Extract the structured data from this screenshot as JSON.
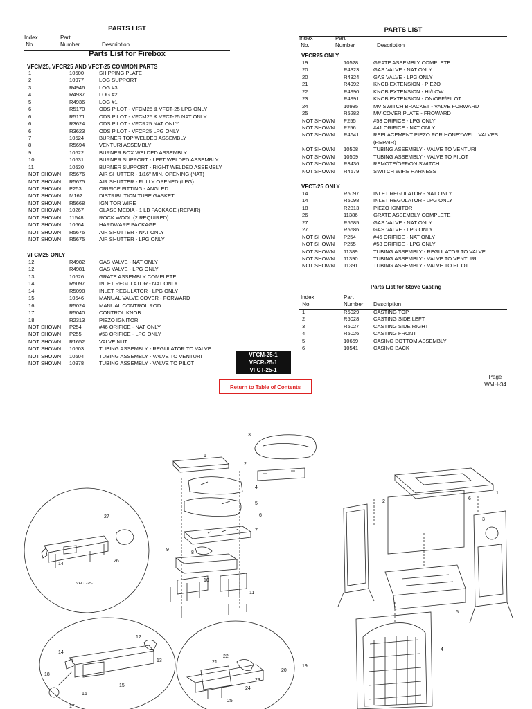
{
  "left": {
    "header": {
      "parts_list": "PARTS LIST",
      "index": "Index",
      "no": "No.",
      "part": "Part",
      "number": "Number",
      "description": "Description"
    },
    "title": "Parts List for Firebox",
    "common_section": "VFCM25, VFCR25 AND VFCT-25 COMMON PARTS",
    "common_rows": [
      [
        "1",
        "10500",
        "SHIPPING PLATE"
      ],
      [
        "2",
        "10977",
        "LOG SUPPORT"
      ],
      [
        "3",
        "R4946",
        "LOG #3"
      ],
      [
        "4",
        "R4937",
        "LOG #2"
      ],
      [
        "5",
        "R4936",
        "LOG #1"
      ],
      [
        "6",
        "R5170",
        "ODS PILOT - VFCM25 & VFCT-25 LPG ONLY"
      ],
      [
        "6",
        "R5171",
        "ODS PILOT - VFCM25 & VFCT-25 NAT ONLY"
      ],
      [
        "6",
        "R3624",
        "ODS PILOT - VFCR25 NAT ONLY"
      ],
      [
        "6",
        "R3623",
        "ODS PILOT - VFCR25 LPG ONLY"
      ],
      [
        "7",
        "10524",
        "BURNER TOP WELDED ASSEMBLY"
      ],
      [
        "8",
        "R5694",
        "VENTURI ASSEMBLY"
      ],
      [
        "9",
        "10522",
        "BURNER BOX WELDED ASSEMBLY"
      ],
      [
        "10",
        "10531",
        "BURNER SUPPORT - LEFT WELDED ASSEMBLY"
      ],
      [
        "11",
        "10530",
        "BURNER SUPPORT - RIGHT WELDED ASSEMBLY"
      ],
      [
        "NOT SHOWN",
        "R5676",
        "AIR SHUTTER - 1/16\" MIN. OPENING (NAT)"
      ],
      [
        "NOT SHOWN",
        "R5675",
        "AIR SHUTTER - FULLY OPENED (LPG)"
      ],
      [
        "NOT SHOWN",
        "P253",
        "ORIFICE FITTING - ANGLED"
      ],
      [
        "NOT SHOWN",
        "M162",
        "DISTRIBUTION TUBE GASKET"
      ],
      [
        "NOT SHOWN",
        "R5668",
        "IGNITOR WIRE"
      ],
      [
        "NOT SHOWN",
        "10267",
        "GLASS MEDIA - 1 LB PACKAGE (REPAIR)"
      ],
      [
        "NOT SHOWN",
        "11548",
        "ROCK WOOL (2 REQUIRED)"
      ],
      [
        "NOT SHOWN",
        "10664",
        "HARDWARE PACKAGE"
      ],
      [
        "NOT SHOWN",
        "R5676",
        "AIR SHUTTER - NAT ONLY"
      ],
      [
        "NOT SHOWN",
        "R5675",
        "AIR SHUTTER - LPG ONLY"
      ]
    ],
    "vfcm_section": "VFCM25 ONLY",
    "vfcm_rows": [
      [
        "12",
        "R4982",
        "GAS VALVE - NAT ONLY"
      ],
      [
        "12",
        "R4981",
        "GAS VALVE - LPG ONLY"
      ],
      [
        "13",
        "10526",
        "GRATE ASSEMBLY COMPLETE"
      ],
      [
        "14",
        "R5097",
        "INLET REGULATOR - NAT ONLY"
      ],
      [
        "14",
        "R5098",
        "INLET REGULATOR - LPG ONLY"
      ],
      [
        "15",
        "10546",
        "MANUAL VALVE COVER - FORWARD"
      ],
      [
        "16",
        "R5024",
        "MANUAL CONTROL ROD"
      ],
      [
        "17",
        "R5040",
        "CONTROL KNOB"
      ],
      [
        "18",
        "R2313",
        "PIEZO IGNITOR"
      ],
      [
        "NOT SHOWN",
        "P254",
        "#46 ORIFICE - NAT ONLY"
      ],
      [
        "NOT SHOWN",
        "P255",
        "#53 ORIFICE - LPG ONLY"
      ],
      [
        "NOT SHOWN",
        "R1652",
        "VALVE NUT"
      ],
      [
        "NOT SHOWN",
        "10503",
        "TUBING ASSEMBLY - REGULATOR TO VALVE"
      ],
      [
        "NOT SHOWN",
        "10504",
        "TUBING ASSEMBLY - VALVE TO VENTURI"
      ],
      [
        "NOT SHOWN",
        "10978",
        "TUBING ASSEMBLY - VALVE TO PILOT"
      ]
    ]
  },
  "right": {
    "header": {
      "parts_list": "PARTS LIST",
      "index": "Index",
      "no": "No.",
      "part": "Part",
      "number": "Number",
      "description": "Description"
    },
    "vfcr_section": "VFCR25 ONLY",
    "vfcr_rows": [
      [
        "19",
        "10528",
        "GRATE ASSEMBLY COMPLETE"
      ],
      [
        "20",
        "R4323",
        "GAS VALVE - NAT ONLY"
      ],
      [
        "20",
        "R4324",
        "GAS VALVE - LPG ONLY"
      ],
      [
        "21",
        "R4992",
        "KNOB EXTENSION - PIEZO"
      ],
      [
        "22",
        "R4990",
        "KNOB EXTENSION - HI/LOW"
      ],
      [
        "23",
        "R4991",
        "KNOB EXTENSION - ON/OFF/PILOT"
      ],
      [
        "24",
        "10985",
        "MV SWITCH BRACKET - VALVE FORWARD"
      ],
      [
        "25",
        "R5282",
        "MV COVER PLATE - FROWARD"
      ],
      [
        "NOT SHOWN",
        "P255",
        "#53 ORIFICE - LPG ONLY"
      ],
      [
        "NOT SHOWN",
        "P256",
        "#41 ORIFICE - NAT ONLY"
      ],
      [
        "NOT SHOWN",
        "R4641",
        "REPLACEMENT PIEZO FOR HONEYWELL VALVES"
      ],
      [
        "",
        "",
        "(REPAIR)"
      ],
      [
        "NOT SHOWN",
        "10508",
        "TUBING ASSEMBLY - VALVE TO VENTURI"
      ],
      [
        "NOT SHOWN",
        "10509",
        "TUBING ASSEMBLY - VALVE TO PILOT"
      ],
      [
        "NOT SHOWN",
        "R3436",
        "REMOTE/OFF/ON SWITCH"
      ],
      [
        "NOT SHOWN",
        "R4579",
        "SWITCH WIRE HARNESS"
      ]
    ],
    "vfct_section": "VFCT-25 ONLY",
    "vfct_rows": [
      [
        "14",
        "R5097",
        "INLET REGULATOR - NAT ONLY"
      ],
      [
        "14",
        "R5098",
        "INLET REGULATOR - LPG ONLY"
      ],
      [
        "18",
        "R2313",
        "PIEZO IGNITOR"
      ],
      [
        "26",
        "11386",
        "GRATE ASSEMBLY COMPLETE"
      ],
      [
        "27",
        "R5685",
        "GAS VALVE - NAT ONLY"
      ],
      [
        "27",
        "R5686",
        "GAS VALVE - LPG ONLY"
      ],
      [
        "NOT SHOWN",
        "P254",
        "#46 ORIFICE - NAT ONLY"
      ],
      [
        "NOT SHOWN",
        "P255",
        "#53 ORIFICE - LPG ONLY"
      ],
      [
        "NOT SHOWN",
        "11389",
        "TUBING ASSEMBLY - REGULATOR TO VALVE"
      ],
      [
        "NOT SHOWN",
        "11390",
        "TUBING ASSEMBLY - VALVE TO VENTURI"
      ],
      [
        "NOT SHOWN",
        "11391",
        "TUBING ASSEMBLY - VALVE TO PILOT"
      ]
    ],
    "stove_title": "Parts List for Stove Casting",
    "stove_header": {
      "index": "Index",
      "no": "No.",
      "part": "Part",
      "number": "Number",
      "description": "Description"
    },
    "stove_rows": [
      [
        "1",
        "R5029",
        "CASTING TOP"
      ],
      [
        "2",
        "R5028",
        "CASTING SIDE LEFT"
      ],
      [
        "3",
        "R5027",
        "CASTING SIDE RIGHT"
      ],
      [
        "4",
        "R5026",
        "CASTING FRONT"
      ],
      [
        "5",
        "10659",
        "CASING BOTTOM ASSEMBLY"
      ],
      [
        "6",
        "10541",
        "CASING BACK"
      ]
    ]
  },
  "models": [
    "VFCM-25-1",
    "VFCR-25-1",
    "VFCT-25-1"
  ],
  "toc_button": "Return to Table of Contents",
  "page": {
    "label": "Page",
    "number": "WMH-34"
  },
  "diagram_labels": {
    "firebox": [
      "1",
      "2",
      "3",
      "4",
      "5",
      "6",
      "7",
      "8",
      "9",
      "10",
      "11"
    ],
    "vfct_detail": [
      "27",
      "14",
      "26",
      "VFCT-25-1"
    ],
    "vfcm_detail": [
      "12",
      "14",
      "13",
      "18",
      "15",
      "16",
      "17"
    ],
    "vfcr_detail": [
      "21",
      "22",
      "23",
      "20",
      "19",
      "24",
      "25"
    ],
    "stove": [
      "1",
      "2",
      "6",
      "3",
      "5",
      "4"
    ]
  }
}
